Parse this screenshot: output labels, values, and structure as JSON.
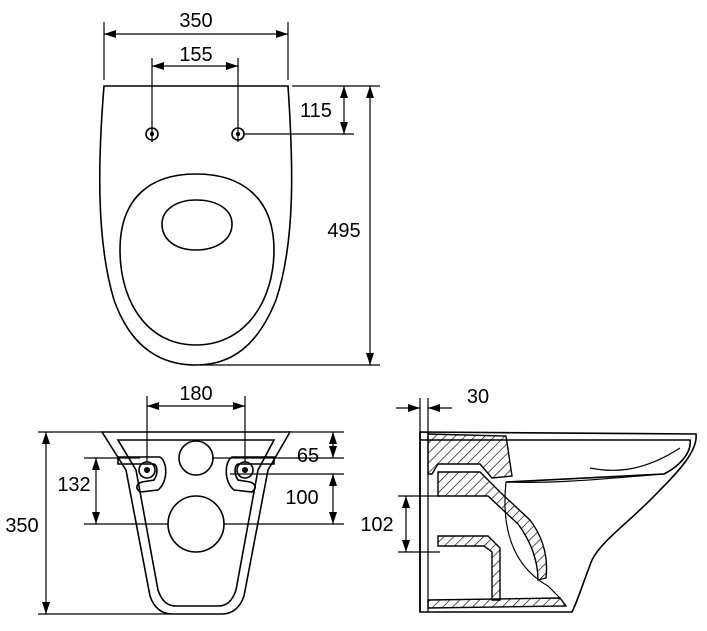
{
  "colors": {
    "line": "#000000",
    "background": "#ffffff"
  },
  "top_view": {
    "dim_width": "350",
    "dim_hole_spacing": "155",
    "dim_hole_offset": "115",
    "dim_length": "495"
  },
  "rear_view": {
    "dim_hole_spacing": "180",
    "dim_height": "350",
    "dim_hole_height": "132",
    "dim_top_to_inlet": "65",
    "dim_inlet_to_outlet": "100"
  },
  "side_view": {
    "dim_wall_offset": "30",
    "dim_outlet": "102"
  }
}
